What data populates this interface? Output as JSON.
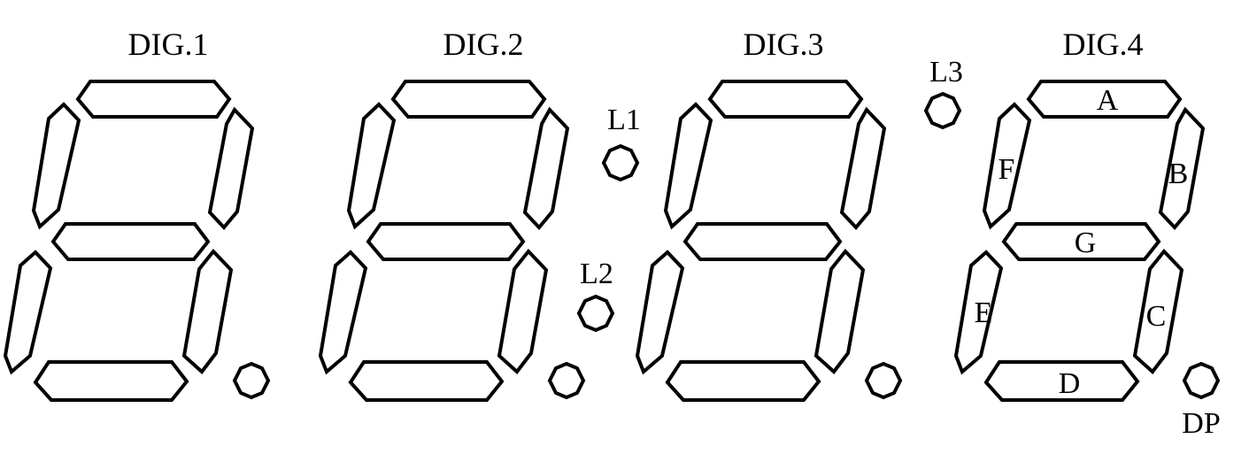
{
  "digits": [
    {
      "title": "DIG.1"
    },
    {
      "title": "DIG.2"
    },
    {
      "title": "DIG.3"
    },
    {
      "title": "DIG.4"
    }
  ],
  "segment_letters": {
    "A": "A",
    "B": "B",
    "C": "C",
    "D": "D",
    "E": "E",
    "F": "F",
    "G": "G"
  },
  "indicators": {
    "L1": "L1",
    "L2": "L2",
    "L3": "L3",
    "DP": "DP"
  },
  "colors": {
    "stroke": "#000000",
    "background": "#ffffff"
  }
}
